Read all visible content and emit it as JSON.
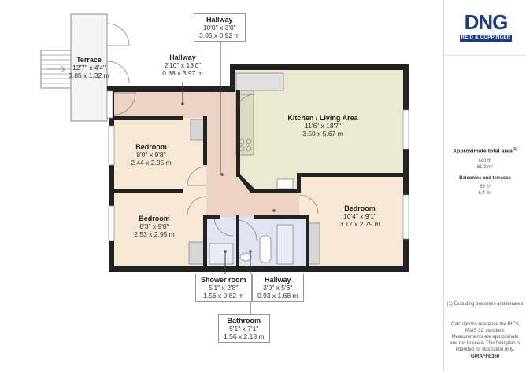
{
  "brand": {
    "logo": "DNG",
    "sub": "REID & COPPINGER"
  },
  "summary": {
    "title": "Approximate total area",
    "title_note": "(1)",
    "area_ft": "660 ft²",
    "area_m": "61.3 m²",
    "balconies_title": "Balconies and terraces",
    "balconies_ft": "69 ft²",
    "balconies_m": "6.4 m²",
    "footnote": "(1) Excluding balconies and terraces",
    "disclaimer": "Calculations reference the RICS IPMS 3C standard. Measurements are approximate and not to scale. This floor plan is intended for illustration only.",
    "credit": "GIRAFFE360"
  },
  "rooms": {
    "terrace": {
      "name": "Terrace",
      "imperial": "12'7\" x 4'4\"",
      "metric": "3.85 x 1.32 m"
    },
    "hallway_inner": {
      "name": "Hallway",
      "imperial": "2'10\" x 13'0\"",
      "metric": "0.88 x 3.97 m"
    },
    "kitchen": {
      "name": "Kitchen / Living Area",
      "imperial": "11'6\" x 18'7\"",
      "metric": "3.50 x 5.67 m"
    },
    "bedroom1": {
      "name": "Bedroom",
      "imperial": "8'0\" x 9'8\"",
      "metric": "2.44 x 2.95 m"
    },
    "bedroom2": {
      "name": "Bedroom",
      "imperial": "8'3\" x 9'8\"",
      "metric": "2.53 x 2.95 m"
    },
    "bedroom3": {
      "name": "Bedroom",
      "imperial": "10'4\" x 9'1\"",
      "metric": "3.17 x 2.79 m"
    }
  },
  "callouts": {
    "hallway_top": {
      "name": "Hallway",
      "imperial": "10'0\" x 3'0\"",
      "metric": "3.05 x 0.92 m"
    },
    "shower": {
      "name": "Shower room",
      "imperial": "5'1\" x 2'8\"",
      "metric": "1.56 x 0.82 m"
    },
    "hallway_bottom": {
      "name": "Hallway",
      "imperial": "3'0\" x 5'6\"",
      "metric": "0.93 x 1.68 m"
    },
    "bathroom": {
      "name": "Bathroom",
      "imperial": "5'1\" x 7'1\"",
      "metric": "1.56 x 2.18 m"
    }
  },
  "colors": {
    "wall": "#222222",
    "bedroom_fill": "#f7e8d6",
    "hallway_fill": "#ecd3c3",
    "kitchen_fill": "#ede8d0",
    "bath_fill": "#dfe3f2",
    "terrace_fill": "#f4f4f4",
    "brand_blue": "#1d3b80"
  }
}
